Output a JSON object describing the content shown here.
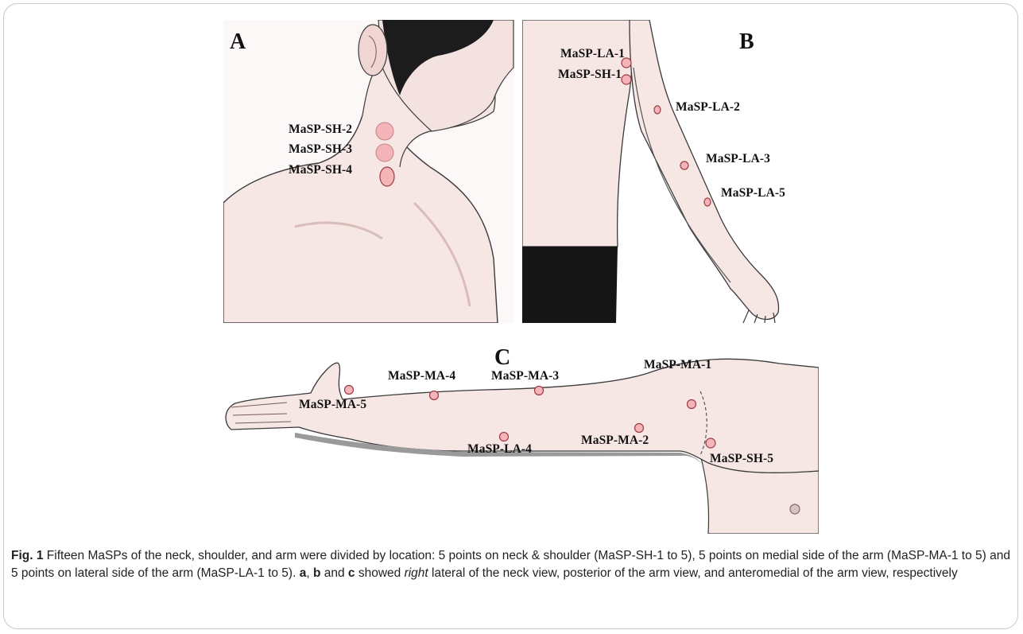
{
  "panels": {
    "a": {
      "letter": "A",
      "labels": [
        "MaSP-SH-2",
        "MaSP-SH-3",
        "MaSP-SH-4"
      ]
    },
    "b": {
      "letter": "B",
      "labels": [
        "MaSP-LA-1",
        "MaSP-SH-1",
        "MaSP-LA-2",
        "MaSP-LA-3",
        "MaSP-LA-5"
      ]
    },
    "c": {
      "letter": "C",
      "labels": [
        "MaSP-MA-4",
        "MaSP-MA-3",
        "MaSP-MA-1",
        "MaSP-MA-5",
        "MaSP-MA-2",
        "MaSP-LA-4",
        "MaSP-SH-5"
      ]
    }
  },
  "caption": {
    "fig_label": "Fig. 1",
    "text_1": " Fifteen MaSPs of the neck, shoulder, and arm were divided by location: 5 points on neck & shoulder (MaSP-SH-1 to 5), 5 points on medial side of the arm (MaSP-MA-1 to 5) and 5 points on lateral side of the arm (MaSP-LA-1 to 5). ",
    "ref_a": "a",
    "sep_1": ", ",
    "ref_b": "b",
    "sep_2": " and ",
    "ref_c": "c",
    "text_2": " showed ",
    "emph": "right",
    "text_3": " lateral of the neck view, posterior of the arm view, and anteromedial of the arm view, respectively"
  },
  "colors": {
    "skin": "#f6e6e4",
    "skin_shadow": "#e9cfcc",
    "point_fill": "#f4b4b8",
    "point_stroke": "#9a3c44",
    "hair": "#1c1c1c",
    "pants": "#151515"
  }
}
